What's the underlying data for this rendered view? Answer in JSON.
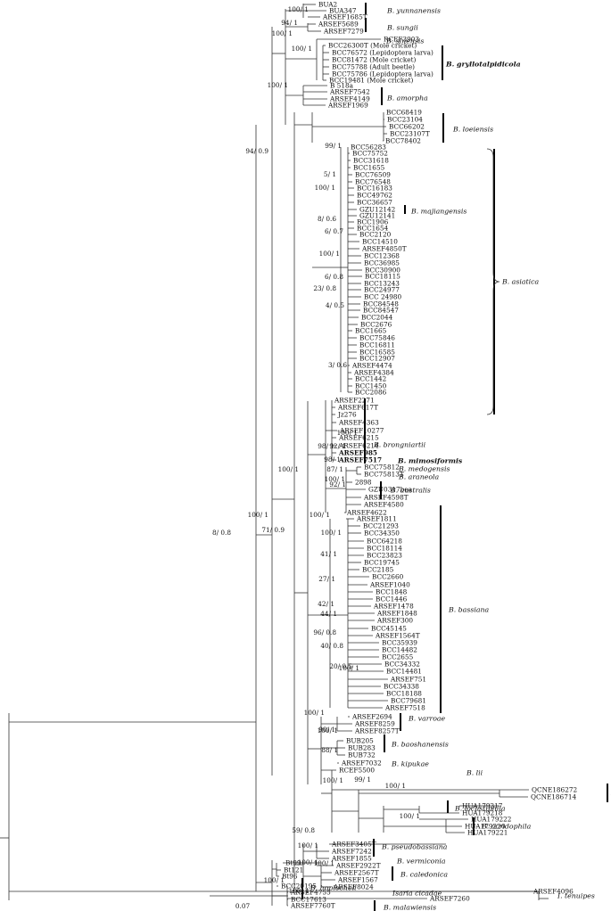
{
  "scale_bar": {
    "label": "0.07"
  },
  "taxa": [
    "BUA2",
    "BUA347",
    "ARSEF1685T",
    "ARSEF5689",
    "ARSEF7279",
    "RCEF3903",
    "BCC26300T (Mole cricket)",
    "BCC76572 (Lepidoptera larva)",
    "BCC81472 (Mole cricket)",
    "BCC75788 (Adult beetle)",
    "BCC75786 (Lepidoptera larva)",
    "BCC19481 (Mole cricket)",
    "B 518a",
    "ARSEF7542",
    "ARSEF4149",
    "ARSEF1969",
    "BCC68419",
    "BCC23104",
    "BCC66202",
    "BCC23107T",
    "BCC78402",
    "BCC56283",
    "BCC75752",
    "BCC31618",
    "BCC1655",
    "BCC76509",
    "BCC76548",
    "BCC16183",
    "BCC49762",
    "BCC36657",
    "GZU12142",
    "GZU12141",
    "BCC1906",
    "BCC1654",
    "BCC2120",
    "BCC14510",
    "ARSEF4850T",
    "BCC12368",
    "BCC36985",
    "BCC30900",
    "BCC18115",
    "BCC13243",
    "BCC24977",
    "BCC 24980",
    "BCC84548",
    "BCC84547",
    "BCC2044",
    "BCC2676",
    "BCC1665",
    "BCC75846",
    "BCC16811",
    "BCC16585",
    "BCC12907",
    "ARSEF4474",
    "ARSEF4384",
    "BCC1442",
    "BCC1450",
    "BCC2086",
    "ARSEF2271",
    "ARSEF617T",
    "Jz276",
    "ARSEF4363",
    "ARSEF10277",
    "ARSEF6215",
    "ARSEF6214",
    "ARSEF985",
    "ARSEF7517",
    "BCC75812",
    "BCC75813T",
    "2898",
    "GZU0317bea",
    "ARSEF4598T",
    "ARSEF4580",
    "ARSEF4622",
    "ARSEF1811",
    "BCC21293",
    "BCC34350",
    "BCC64218",
    "BCC18114",
    "BCC23823",
    "BCC19745",
    "BCC2185",
    "BCC2660",
    "ARSEF1040",
    "BCC1848",
    "BCC1446",
    "ARSEF1478",
    "ARSEF1848",
    "ARSEF300",
    "BCC45145",
    "ARSEF1564T",
    "BCC35939",
    "BCC14482",
    "BCC2655",
    "BCC34332",
    "BCC14481",
    "ARSEF751",
    "BCC34338",
    "BCC18188",
    "BCC79681",
    "ARSEF7518",
    "ARSEF2694",
    "ARSEF8259",
    "ARSEF8257T",
    "BUB205",
    "BUB283",
    "BUB732",
    "ARSEF7032",
    "RCEF5500",
    "QCNE186272",
    "QCNE186714",
    "HUA179217",
    "HUA179218",
    "HUA179222",
    "HUA179220",
    "HUA179221",
    "ARSEF3405T",
    "ARSEF7242",
    "ARSEF1855",
    "ARSEF2922T",
    "ARSEF2567T",
    "ARSEF1567",
    "ARSEF8024",
    "Bt99",
    "Bt121",
    "Bt96",
    "BCC20195",
    "ARSEF4755",
    "BCC17613",
    "ARSEF7760T",
    "ARSEF7260",
    "ARSEF4096"
  ],
  "clades": [
    {
      "name": "B. yunnanensis"
    },
    {
      "name": "B. sungii"
    },
    {
      "name": "B. sinensis"
    },
    {
      "name": "B. gryllotalpidicola"
    },
    {
      "name": "B. amorpha"
    },
    {
      "name": "B. loeiensis"
    },
    {
      "name": "B. majiangensis"
    },
    {
      "name": "B. asiatica"
    },
    {
      "name": "B. brongniartii"
    },
    {
      "name": "B. mimosiformis"
    },
    {
      "name": "B. medogensis"
    },
    {
      "name": "B. araneola"
    },
    {
      "name": "B. australis"
    },
    {
      "name": "B. bassiana"
    },
    {
      "name": "B. varroae"
    },
    {
      "name": "B. baoshanensis"
    },
    {
      "name": "B. kipukae"
    },
    {
      "name": "B. lii"
    },
    {
      "name": "B. diapheromeriphila"
    },
    {
      "name": "B. locustiphila"
    },
    {
      "name": "B. acridophila"
    },
    {
      "name": "B. pseudobassiana"
    },
    {
      "name": "B. vermiconia"
    },
    {
      "name": "B. caledonica"
    },
    {
      "name": "B. hoplocheli"
    },
    {
      "name": "B. malawiensis"
    },
    {
      "name": "Isaria cicadae"
    },
    {
      "name": "I. tenuipes"
    }
  ],
  "support": [
    "100/ 1",
    "94/ 1",
    "100/ 1",
    "100/ 1",
    "100/ 1",
    "94/ 0.9",
    "99/ 1",
    "5/ 1",
    "100/ 1",
    "8/ 0.6",
    "6/ 0.7",
    "100/ 1",
    "6/ 0.8",
    "23/ 0.8",
    "4/ 0.5",
    "3/ 0.6",
    "100/ 1",
    "92/ 1",
    "98/ 1",
    "98/ 1",
    "87/ 1",
    "100/ 1",
    "92/ 1",
    "100/ 1",
    "100/ 1",
    "71/ 0.9",
    "8/ 0.8",
    "100/ 1",
    "100/ 1",
    "41/ 1",
    "27/ 1",
    "42/ 1",
    "44/ 1",
    "96/ 0.8",
    "40/ 0.8",
    "20/ 0.5",
    "100/ 1",
    "100/ 1",
    "90/ 1",
    "100/ 1",
    "88/ 1",
    "100/ 1",
    "99/ 1",
    "100/ 1",
    "100/ 1",
    "59/ 0.8",
    "100/ 1",
    "100/ 1",
    "100/ 1",
    "100/ 1",
    "100/ 1"
  ]
}
